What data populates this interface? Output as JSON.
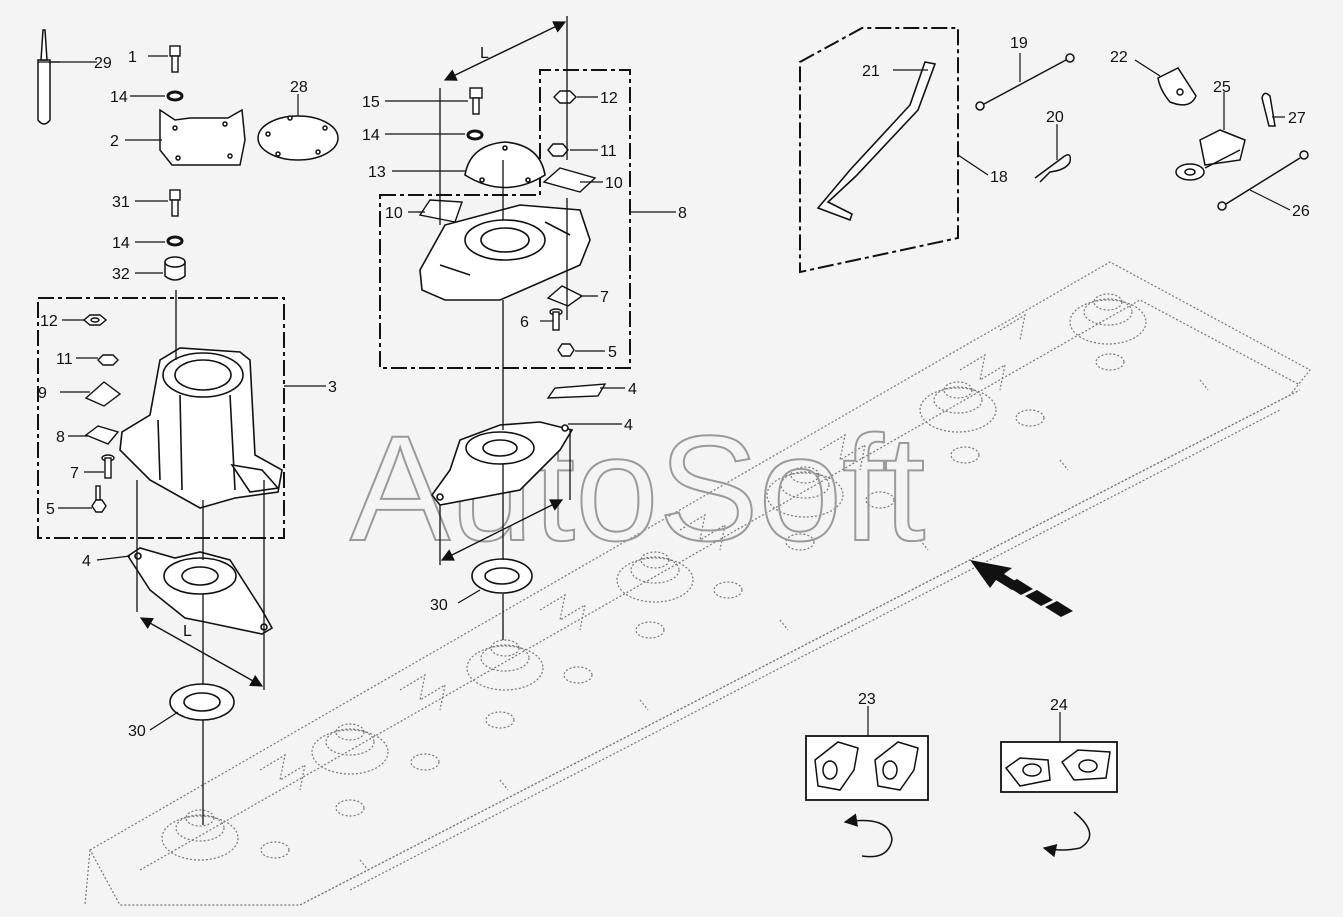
{
  "watermark": "AutoSoft",
  "dimension_label": "L",
  "labels": [
    {
      "id": "1",
      "text": "1"
    },
    {
      "id": "2",
      "text": "2"
    },
    {
      "id": "3",
      "text": "3"
    },
    {
      "id": "4a",
      "text": "4"
    },
    {
      "id": "4b",
      "text": "4"
    },
    {
      "id": "5a",
      "text": "5"
    },
    {
      "id": "5b",
      "text": "5"
    },
    {
      "id": "6",
      "text": "6"
    },
    {
      "id": "7a",
      "text": "7"
    },
    {
      "id": "7b",
      "text": "7"
    },
    {
      "id": "8a",
      "text": "8"
    },
    {
      "id": "8b",
      "text": "8"
    },
    {
      "id": "9",
      "text": "9"
    },
    {
      "id": "10a",
      "text": "10"
    },
    {
      "id": "10b",
      "text": "10"
    },
    {
      "id": "10c",
      "text": "10"
    },
    {
      "id": "11a",
      "text": "11"
    },
    {
      "id": "11b",
      "text": "11"
    },
    {
      "id": "12a",
      "text": "12"
    },
    {
      "id": "12b",
      "text": "12"
    },
    {
      "id": "13",
      "text": "13"
    },
    {
      "id": "14a",
      "text": "14"
    },
    {
      "id": "14b",
      "text": "14"
    },
    {
      "id": "14c",
      "text": "14"
    },
    {
      "id": "15",
      "text": "15"
    },
    {
      "id": "18",
      "text": "18"
    },
    {
      "id": "19",
      "text": "19"
    },
    {
      "id": "20",
      "text": "20"
    },
    {
      "id": "21",
      "text": "21"
    },
    {
      "id": "22",
      "text": "22"
    },
    {
      "id": "23",
      "text": "23"
    },
    {
      "id": "24",
      "text": "24"
    },
    {
      "id": "25",
      "text": "25"
    },
    {
      "id": "26",
      "text": "26"
    },
    {
      "id": "27",
      "text": "27"
    },
    {
      "id": "28",
      "text": "28"
    },
    {
      "id": "29",
      "text": "29"
    },
    {
      "id": "30a",
      "text": "30"
    },
    {
      "id": "30b",
      "text": "30"
    },
    {
      "id": "31",
      "text": "31"
    },
    {
      "id": "32",
      "text": "32"
    }
  ]
}
